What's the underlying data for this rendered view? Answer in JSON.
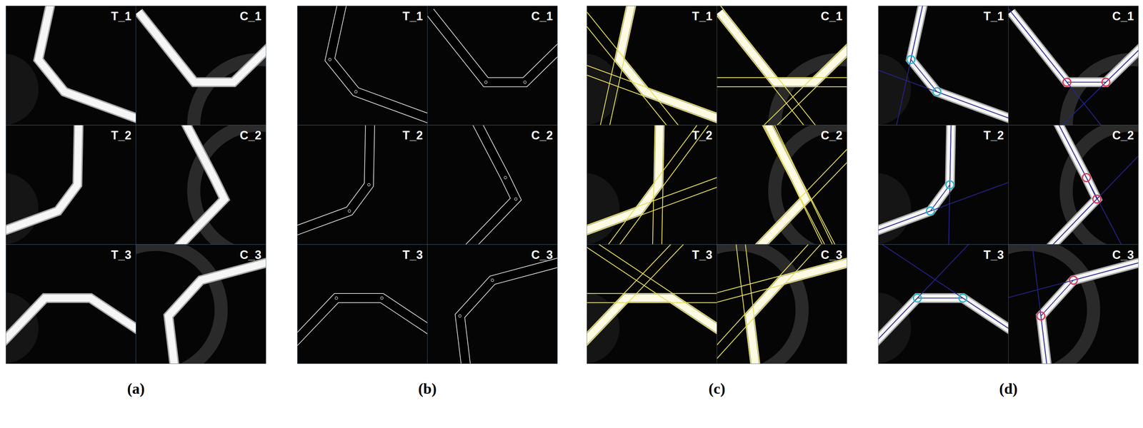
{
  "diagram": {
    "labels": [
      "T_1",
      "C_1",
      "T_2",
      "C_2",
      "T_3",
      "C_3",
      "T_1",
      "C_1",
      "T_2",
      "C_2",
      "T_3",
      "C_3",
      "T_1",
      "C_1",
      "T_2",
      "C_2",
      "T_3",
      "C_3",
      "T_1",
      "C_1",
      "T_2",
      "C_2",
      "T_3",
      "C_3",
      "(a)",
      "(b)",
      "(c)",
      "(d)"
    ]
  }
}
